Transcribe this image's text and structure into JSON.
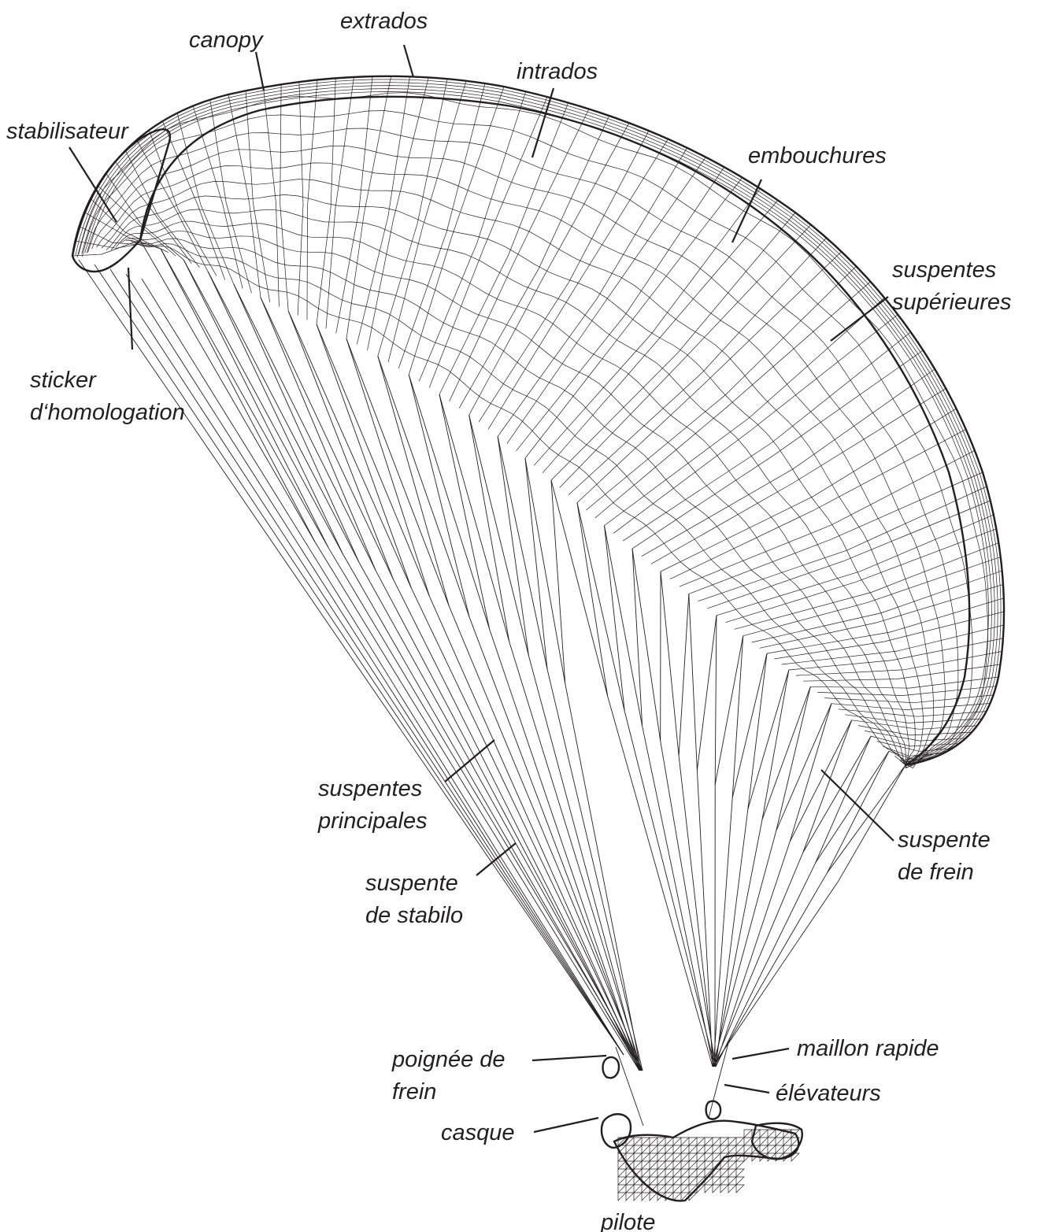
{
  "labels": {
    "extrados": "extrados",
    "canopy": "canopy",
    "intrados": "intrados",
    "stabilisateur": "stabilisateur",
    "embouchures": "embouchures",
    "suspentes_superieures_1": "suspentes",
    "suspentes_superieures_2": "supérieures",
    "sticker_1": "sticker",
    "sticker_2": "d‘homologation",
    "suspentes_principales_1": "suspentes",
    "suspentes_principales_2": "principales",
    "suspente_stabilo_1": "suspente",
    "suspente_stabilo_2": "de stabilo",
    "suspente_frein_1": "suspente",
    "suspente_frein_2": "de frein",
    "maillon_rapide": "maillon rapide",
    "poignee_frein_1": "poignée de",
    "poignee_frein_2": "frein",
    "elevateurs": "élévateurs",
    "casque": "casque",
    "pilote": "pilote"
  },
  "colors": {
    "ink": "#231f20",
    "background": "#ffffff"
  }
}
